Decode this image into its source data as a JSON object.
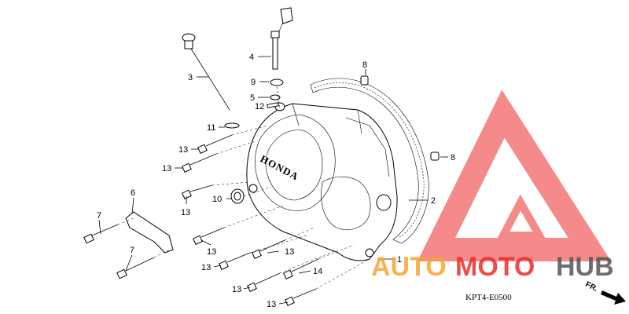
{
  "diagram": {
    "callouts": [
      {
        "id": "1",
        "label": "1"
      },
      {
        "id": "2",
        "label": "2"
      },
      {
        "id": "3",
        "label": "3"
      },
      {
        "id": "4",
        "label": "4"
      },
      {
        "id": "5",
        "label": "5"
      },
      {
        "id": "6",
        "label": "6"
      },
      {
        "id": "7a",
        "label": "7"
      },
      {
        "id": "7b",
        "label": "7"
      },
      {
        "id": "8a",
        "label": "8"
      },
      {
        "id": "8b",
        "label": "8"
      },
      {
        "id": "9",
        "label": "9"
      },
      {
        "id": "10",
        "label": "10"
      },
      {
        "id": "11",
        "label": "11"
      },
      {
        "id": "12",
        "label": "12"
      },
      {
        "id": "13a",
        "label": "13"
      },
      {
        "id": "13b",
        "label": "13"
      },
      {
        "id": "13c",
        "label": "13"
      },
      {
        "id": "13d",
        "label": "13"
      },
      {
        "id": "13e",
        "label": "13"
      },
      {
        "id": "13f",
        "label": "13"
      },
      {
        "id": "13g",
        "label": "13"
      },
      {
        "id": "13h",
        "label": "13"
      },
      {
        "id": "14",
        "label": "14"
      }
    ],
    "cover_brand": "HONDA",
    "diagram_code": "KPT4-E0500",
    "front_arrow_label": "FR."
  },
  "watermark": {
    "text_auto": "AUTO",
    "text_moto": "MOTO",
    "text_hub": "HUB",
    "color_red": "#ee2b2b",
    "color_orange": "#f7a533",
    "color_gray": "#555555"
  }
}
